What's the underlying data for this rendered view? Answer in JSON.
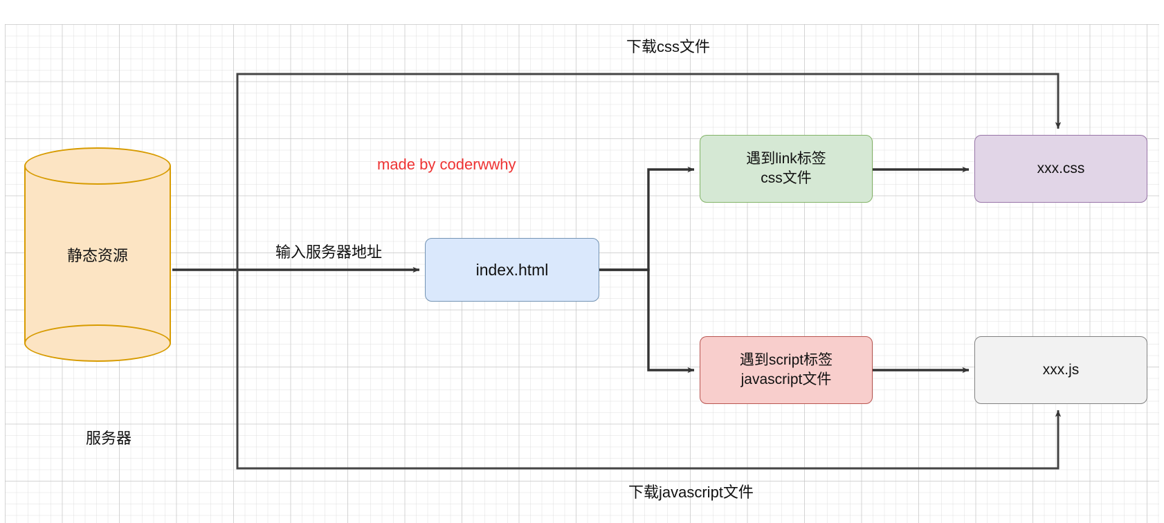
{
  "diagram": {
    "title_watermark": "made by coderwwhy",
    "nodes": {
      "server_cylinder": {
        "label": "静态资源",
        "caption": "服务器",
        "fill": "#fce4c3",
        "stroke": "#d79b00"
      },
      "index_html": {
        "label": "index.html",
        "fill": "#dae8fc",
        "stroke": "#7393b3"
      },
      "link_tag": {
        "line1": "遇到link标签",
        "line2": "css文件",
        "fill": "#d5e8d4",
        "stroke": "#82b366"
      },
      "script_tag": {
        "line1": "遇到script标签",
        "line2": "javascript文件",
        "fill": "#f8cecc",
        "stroke": "#b85450"
      },
      "css_file": {
        "label": "xxx.css",
        "fill": "#e1d5e7",
        "stroke": "#9673a6"
      },
      "js_file": {
        "label": "xxx.js",
        "fill": "#f2f2f2",
        "stroke": "#808080"
      }
    },
    "edge_labels": {
      "download_css": "下载css文件",
      "download_js": "下载javascript文件",
      "enter_server_address": "输入服务器地址"
    }
  },
  "colors": {
    "edge": "#333333",
    "grid_major": "#bebebe",
    "grid_minor": "#dcdcdc",
    "watermark": "#ee3333",
    "background": "#ffffff"
  }
}
